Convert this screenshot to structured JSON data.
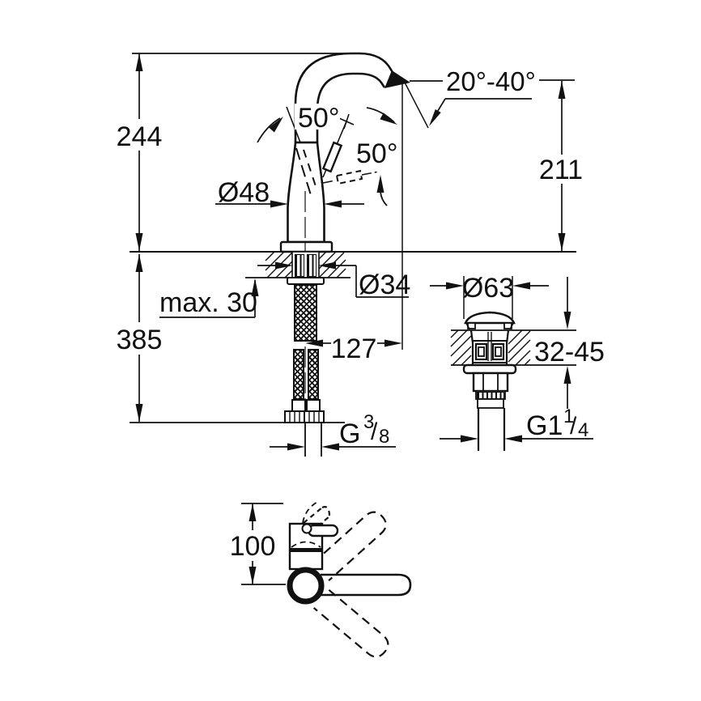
{
  "labels": {
    "total_height": "244",
    "spout_height": "211",
    "hose_length": "385",
    "deck_thickness_max": "max. 30",
    "spout_projection": "127",
    "body_diameter": "Ø48",
    "mounting_hole_diameter": "Ø34",
    "supply_thread_prefix": "G",
    "supply_thread_numerator": "3",
    "supply_thread_slash": "/",
    "supply_thread_denominator": "8",
    "handle_swing_upper": "50°",
    "handle_swing_lower": "50°",
    "spout_swivel_range": "20°-40°",
    "drain_flange_diameter": "Ø63",
    "drain_deck_range": "32-45",
    "drain_thread_prefix": "G1",
    "drain_thread_numerator": "1",
    "drain_thread_slash": "/",
    "drain_thread_denominator": "4",
    "top_view_height": "100"
  },
  "colors": {
    "ink": "#111111",
    "paper": "#ffffff"
  }
}
